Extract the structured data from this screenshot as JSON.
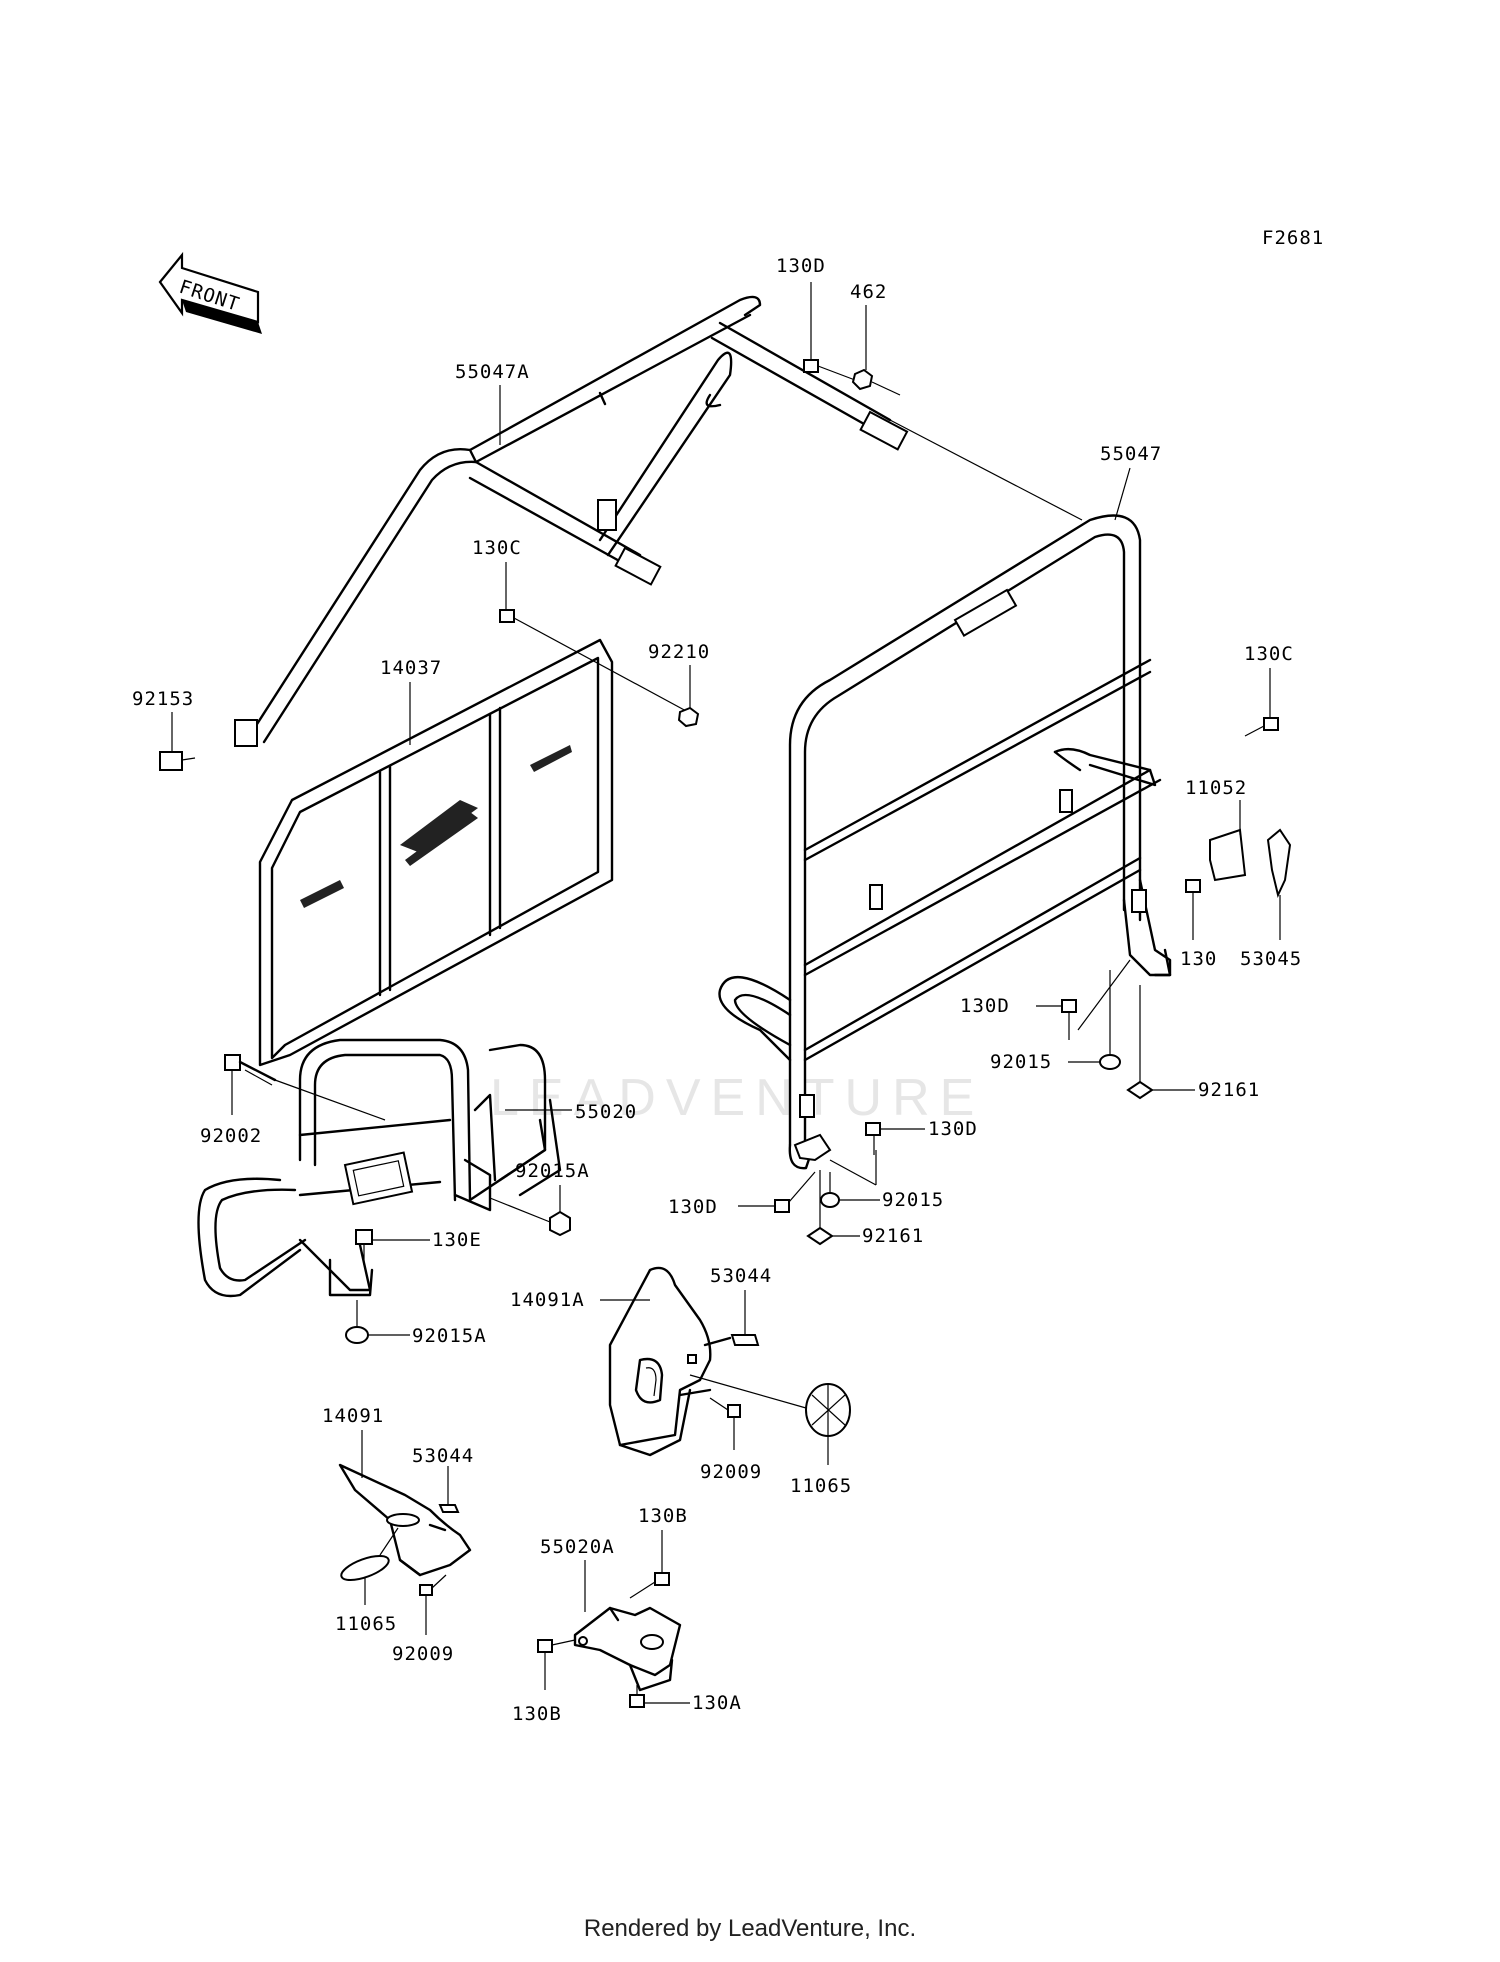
{
  "diagram_code": "F2681",
  "front_arrow_label": "FRONT",
  "watermark_text": "LEADVENTURE",
  "footer": "Rendered by LeadVenture, Inc.",
  "parts": {
    "p130d_top": "130D",
    "p462": "462",
    "p55047a": "55047A",
    "p55047": "55047",
    "p130c_mid": "130C",
    "p92210": "92210",
    "p92153": "92153",
    "p14037": "14037",
    "p130c_right": "130C",
    "p11052": "11052",
    "p130": "130",
    "p53045": "53045",
    "p130d_mid": "130D",
    "p92015_mid": "92015",
    "p92161_mid": "92161",
    "p92002": "92002",
    "p55020": "55020",
    "p92015a_right": "92015A",
    "p130e": "130E",
    "p92015a_bottom": "92015A",
    "p130d_low": "130D",
    "p92015_low": "92015",
    "p130d_left": "130D",
    "p92161_low": "92161",
    "p14091a": "14091A",
    "p53044_top": "53044",
    "p92009_mid": "92009",
    "p11065_mid": "11065",
    "p14091": "14091",
    "p53044_low": "53044",
    "p11065_low": "11065",
    "p92009_low": "92009",
    "p130b_top": "130B",
    "p55020a": "55020A",
    "p130b_bottom": "130B",
    "p130a": "130A"
  }
}
